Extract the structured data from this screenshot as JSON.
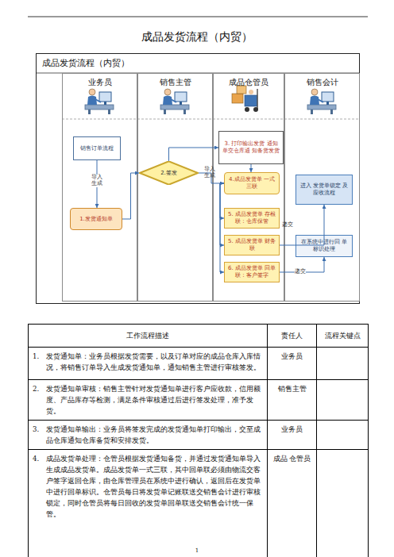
{
  "diagram": {
    "title": "成品发货流程（内贸）",
    "nodes": [
      {
        "text": [
          "成品发货流程（内贸）"
        ]
      },
      {
        "text": [
          "业务员"
        ],
        "in": 0
      },
      {
        "text": [
          "销售主管"
        ],
        "in": 0
      },
      {
        "text": [
          "成品仓管员"
        ],
        "in": 0
      },
      {
        "text": [
          "销售会计"
        ],
        "in": 0
      },
      {
        "text": [
          "销售订单流程"
        ],
        "in": 1
      },
      {
        "text": [
          "1.发货通知单"
        ],
        "in": 1
      },
      {
        "text": [
          "2.签发"
        ],
        "in": 2
      },
      {
        "text": [
          "3. 打印输出发货 通知单交仓库通 知备货发货"
        ],
        "in": 3
      },
      {
        "text": [
          "4.成品发货单 一式三联"
        ],
        "in": 3
      },
      {
        "text": [
          "5. 成品发货单 存根联：仓库保管"
        ],
        "in": 3
      },
      {
        "text": [
          "5. 成品发货单 财务联"
        ],
        "in": 3
      },
      {
        "text": [
          "6. 成品发货单 回单联：客户签字"
        ],
        "in": 3
      },
      {
        "text": [
          "进入 发货单锁定 及应收流程"
        ],
        "in": 4
      },
      {
        "text": [
          "在系统中进行回 单标识处理"
        ],
        "in": 4
      }
    ],
    "edges": [
      {
        "from": 5,
        "to": 6,
        "label": "导入 生成",
        "arrow": "to"
      },
      {
        "from": 6,
        "to": 7,
        "arrow": "to"
      },
      {
        "from": 7,
        "to": 8,
        "arrow": "to"
      },
      {
        "from": 7,
        "to": 9,
        "label": "导入 生成",
        "arrow": "to"
      },
      {
        "from": 8,
        "to": 9,
        "arrow": "to"
      },
      {
        "from": 9,
        "to": 10,
        "arrow": "to"
      },
      {
        "from": 9,
        "to": 11,
        "arrow": "to"
      },
      {
        "from": 9,
        "to": 12,
        "arrow": "to"
      },
      {
        "from": 11,
        "to": 13,
        "label": "递交",
        "arrow": "to"
      },
      {
        "from": 12,
        "to": 14,
        "label": "递交",
        "arrow": "to"
      }
    ],
    "labels": [
      "工作流程描述",
      "责任人",
      "流程关键点",
      "1.",
      "发货通知单：业务员根据发货需要，以及订单对应的成品仓库入库情况，将销售订单导入生成发货通知单，通知销售主管进行审核签发。",
      "业务员",
      "2.",
      "发货通知单审核：销售主管针对发货通知单进行客户应收款，信用额度、产品库存等检测，满足条件审核通过后进行签发处理，准予发货。",
      "销售主管",
      "3.",
      "发货通知单输出：业务员将签发完成的发货通知单打印输出，交至成品仓库通知仓库备货和安排发货。",
      "业务员",
      "4.",
      "成品发货单处理：仓管员根据发货通知备货，并通过发货通知单导入生成成品发货单。成品发货单一式三联，其中回单联必须由物流交客户签字返回仓库，由仓库管理员在系统中进行确认，返回后在发货单中进行回单标识。仓管员每日将发货单记账联送交销售会计进行审核锁定，同时仓管员将每日回收的发货单回单联送交销售会计统一保管。",
      "成品 仓管员",
      "1"
    ]
  }
}
